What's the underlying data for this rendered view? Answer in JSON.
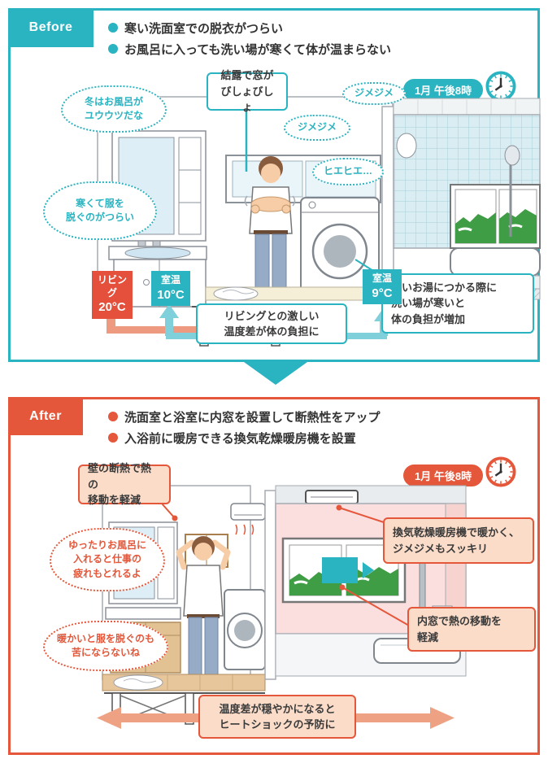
{
  "before": {
    "tab": "Before",
    "accent": "#2AB3C0",
    "bullet1": "寒い洗面室での脱衣がつらい",
    "bullet2": "お風呂に入っても洗い場が寒くて体が温まらない",
    "time_badge": "1月 午後8時",
    "bubble_yuutsu": [
      "冬はお風呂が",
      "ユウウツだな"
    ],
    "bubble_jimejime_top": "ジメジメ",
    "bubble_jimejime_mid": "ジメジメ",
    "bubble_hiehie": "ヒエヒエ…",
    "bubble_samukute": [
      "寒くて服を",
      "脱ぐのがつらい"
    ],
    "callout_ketsuro": [
      "結露で窓が",
      "びしょびしょ"
    ],
    "callout_ondosa": [
      "リビングとの激しい",
      "温度差が体の負担に"
    ],
    "callout_atsuyu": [
      "熱いお湯につかる際に",
      "洗い場が寒いと",
      "体の負担が増加"
    ],
    "temp_living": {
      "label": "リビング",
      "value": "20°C"
    },
    "temp_room1": {
      "label": "室温",
      "value": "10°C"
    },
    "temp_room2": {
      "label": "室温",
      "value": "9°C"
    }
  },
  "after": {
    "tab": "After",
    "accent": "#E4573A",
    "bullet1": "洗面室と浴室に内窓を設置して断熱性をアップ",
    "bullet2": "入浴前に暖房できる換気乾燥暖房機を設置",
    "time_badge": "1月 午後8時",
    "callout_kabe": [
      "壁の断熱で熱の",
      "移動を軽減"
    ],
    "bubble_yuttari": [
      "ゆったりお風呂に",
      "入れると仕事の",
      "疲れもとれるよ"
    ],
    "bubble_atatakai": [
      "暖かいと服を脱ぐのも",
      "苦にならないね"
    ],
    "callout_kanki": [
      "換気乾燥暖房機で暖かく、",
      "ジメジメもスッキリ"
    ],
    "callout_uchimado": [
      "内窓で熱の移動を",
      "軽減"
    ],
    "callout_yobou": [
      "温度差が穏やかになると",
      "ヒートショックの予防に"
    ]
  }
}
